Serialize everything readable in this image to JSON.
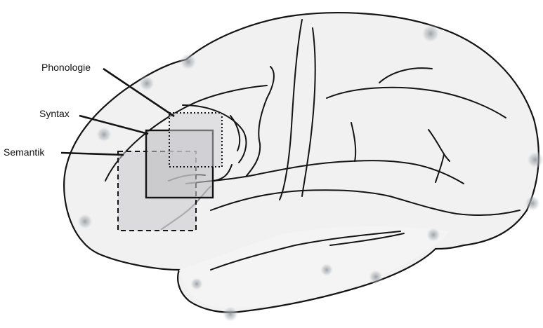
{
  "labels": {
    "phonology": "Phonologie",
    "syntax": "Syntax",
    "semantics": "Semantik"
  },
  "colors": {
    "outline": "#141414",
    "brain_fill": "#efefef",
    "region_fill": "#c8c8cc",
    "sulcus_gray": "#8a8a8a",
    "electrode_shadow": "#9aa0a6"
  }
}
